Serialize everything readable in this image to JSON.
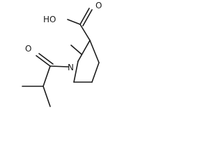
{
  "molecule": {
    "atoms": {
      "hydroxyl": "HO",
      "carbonyl_oxygen_acid": "O",
      "nitrogen": "N",
      "carbonyl_oxygen_amide": "O"
    }
  }
}
